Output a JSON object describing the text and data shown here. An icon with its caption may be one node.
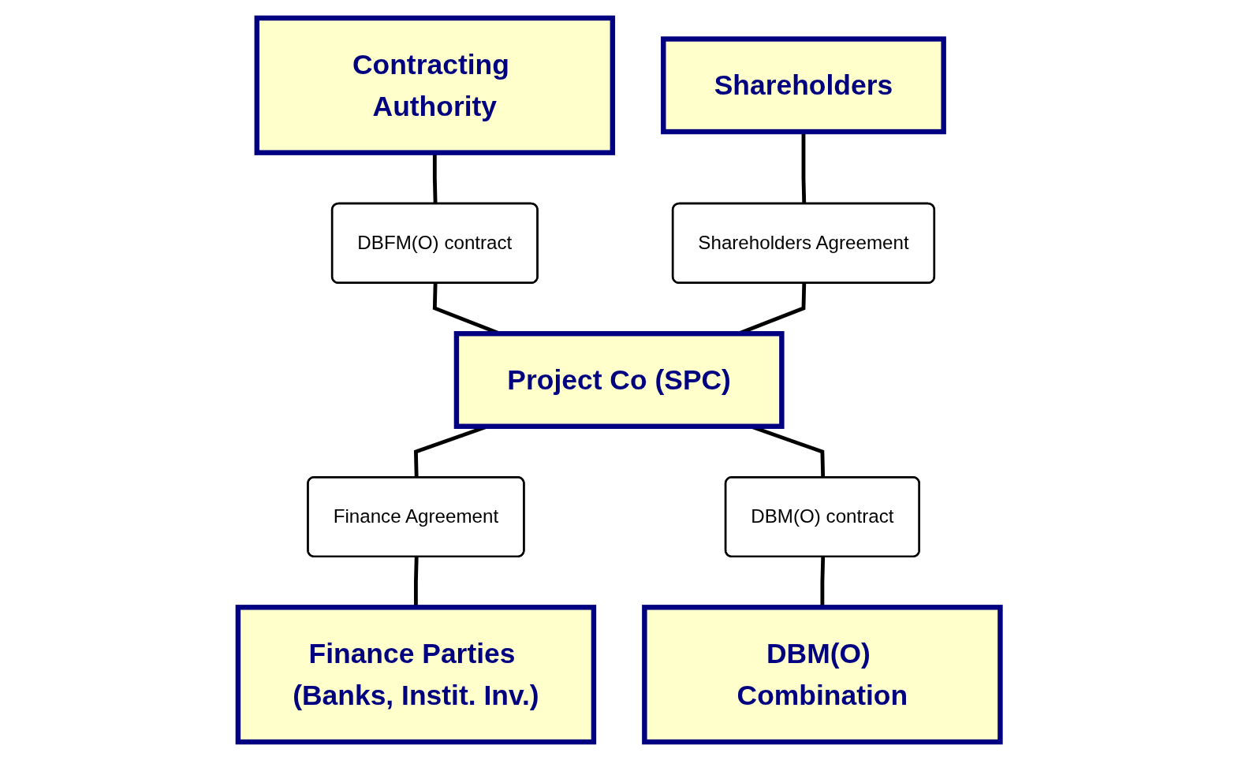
{
  "diagram": {
    "nodes": [
      {
        "text": [
          "Contracting Authority"
        ]
      },
      {
        "text": [
          "DBFM(O) contract"
        ]
      },
      {
        "text": [
          "Shareholders"
        ]
      },
      {
        "text": [
          "Shareholders Agreement"
        ]
      },
      {
        "text": [
          "Project Co (SPC)"
        ]
      },
      {
        "text": [
          "Finance Agreement"
        ]
      },
      {
        "text": [
          "Finance Parties (Banks, Instit. Inv.)"
        ]
      },
      {
        "text": [
          "DBM(O) contract"
        ]
      },
      {
        "text": [
          "DBM(O) Combination"
        ]
      }
    ],
    "edges": [
      {
        "from": 0,
        "to": 1,
        "arrow": "none"
      },
      {
        "from": 1,
        "to": 4,
        "arrow": "none"
      },
      {
        "from": 2,
        "to": 3,
        "arrow": "none"
      },
      {
        "from": 3,
        "to": 4,
        "arrow": "none"
      },
      {
        "from": 4,
        "to": 5,
        "arrow": "none"
      },
      {
        "from": 5,
        "to": 6,
        "arrow": "none"
      },
      {
        "from": 4,
        "to": 7,
        "arrow": "none"
      },
      {
        "from": 7,
        "to": 8,
        "arrow": "none"
      }
    ]
  }
}
